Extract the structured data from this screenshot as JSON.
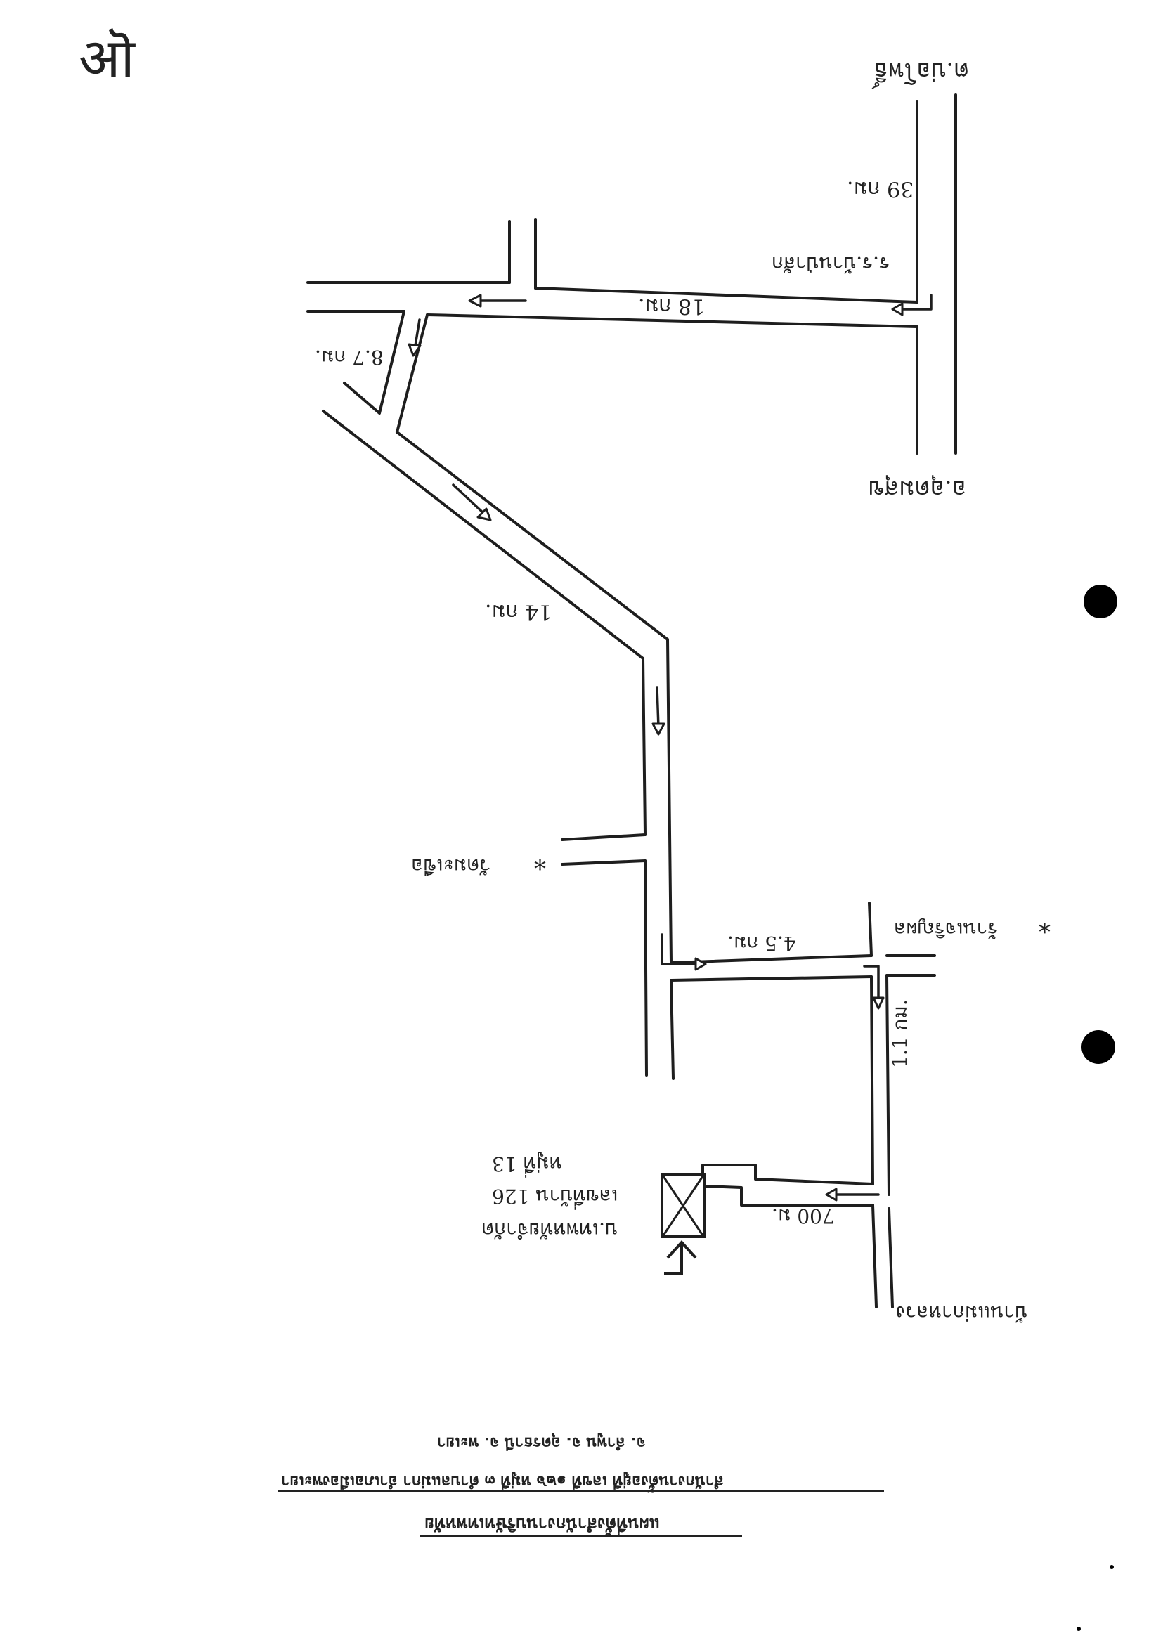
{
  "signature_mark": "ऒ",
  "header": {
    "title": "แผนที่ตั้งสำนักงานบริษัทเทพหทัย",
    "address_line1": "สำนักงานตั้งอยู่ที่ เลขที่ ๑๒๖ หมู่ที่ ๓ ตำบลแม่กา อำเภอเมืองพะเยา",
    "address_line2": "จ. ลำพูน จ. อุดรธานี จ. พะเยา"
  },
  "labels": {
    "city_top": "ต.บ่อโพธิ์",
    "city_bottom": "อ.อุดมสุข",
    "dist_top": "39 กม.",
    "landmark_left": "ร.ร.บ้านป่าสัก",
    "dist_horizontal": "18 กม.",
    "dist_diagonal_short": "8.7 กม.",
    "dist_diagonal": "14 กม.",
    "landmark_temple": "วัดมะเขือ",
    "landmark_temple_star": "*",
    "dist_connector": "4.5 กม.",
    "landmark_junction": "ร้านเจริญผล",
    "landmark_junction_star": "*",
    "dist_vertical": "1.1 กม.",
    "dist_driveway": "700 ม.",
    "office_name": "บ.เทพหทัยจำกัด",
    "office_line1": "เลขที่บ้าน 126",
    "office_line2": "หมู่ที่ 13",
    "bottom_place": "บ้านแม่กาหลวง"
  },
  "map_symbols": {
    "office_box": "office-x-box",
    "north_arrow": "north-arrow-icon",
    "punch_holes": 2
  },
  "colors": {
    "ink": "#1e1e1e",
    "paper": "#ffffff",
    "hole": "#000000"
  }
}
